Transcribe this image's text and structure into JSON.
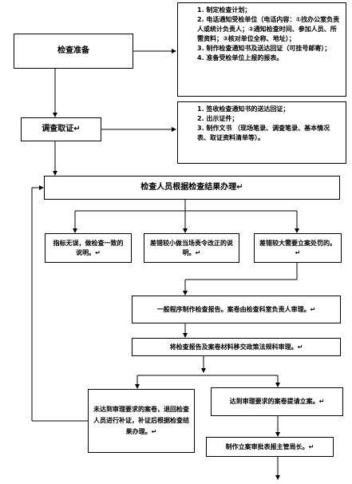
{
  "steps": {
    "prepare": "检查准备",
    "investigate": "调查取证↵",
    "handle": "检查人员根据检查结果办理↵",
    "b1": "指标无误，做检查一致的说明。↵",
    "b2": "差错较小做当场责令改正的说明。↵",
    "b3": "差错较大需要立案处罚的。↵",
    "report": "一般程序制作检查报告。案卷由检查科室负责人审理。↵",
    "transfer": "将检查报告及案卷材料移交政策法规科审理。↵",
    "notmet": "未达到审理要求的案卷，退回检查人员进行补证，补证后根据检查结果办理。↵",
    "met": "达到审理要求的案卷提请立案。↵",
    "approve": "制作立案审批表报主管局长。↵"
  },
  "prepare_notes": [
    "1. 制定检查计划；",
    "2. 电话通知受检单位（电话内容：①找办公室负责人或统计负责人；②通知检查时间、参加人员、所需资料；③核对单位全称、地址）；",
    "3. 制作检查通知书及送达回证（可挂号邮寄）；",
    "4. 准备受检单位上报的报表。"
  ],
  "investigate_notes": [
    "1. 签收检查通知书的送达回证；",
    "2. 出示证件；",
    "3. 制作文书 （现场笔录、调查笔录、基本情况表、取证资料清单等）。"
  ]
}
